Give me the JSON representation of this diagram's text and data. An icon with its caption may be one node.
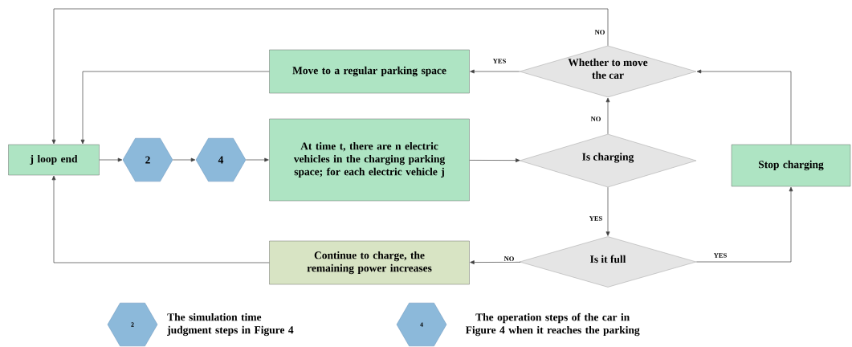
{
  "diagram": {
    "nodes": [
      {
        "text": [
          "j loop end"
        ]
      },
      {
        "text": [
          "2"
        ]
      },
      {
        "text": [
          "4"
        ]
      },
      {
        "text": [
          "At time t, there are n electric vehicles in the charging parking space; for each electric vehicle j"
        ]
      },
      {
        "text": [
          "Is charging"
        ]
      },
      {
        "text": [
          "Whether to move the car"
        ]
      },
      {
        "text": [
          "Move to a regular parking space"
        ]
      },
      {
        "text": [
          "Stop charging"
        ]
      },
      {
        "text": [
          "Is it full"
        ]
      },
      {
        "text": [
          "Continue to charge, the remaining power increases"
        ]
      },
      {
        "text": [
          "2"
        ],
        "beside": [
          "The simulation time judgment steps in Figure 4"
        ]
      },
      {
        "text": [
          "4"
        ],
        "beside": [
          "The operation steps of the car in Figure 4 when it reaches the parking"
        ]
      }
    ],
    "edges": [
      {
        "from": 0,
        "to": 1,
        "arrow": "to"
      },
      {
        "from": 1,
        "to": 2,
        "arrow": "to"
      },
      {
        "from": 2,
        "to": 3,
        "arrow": "to"
      },
      {
        "from": 3,
        "to": 4,
        "arrow": "to"
      },
      {
        "from": 4,
        "to": 5,
        "arrow": "to",
        "label": "NO"
      },
      {
        "from": 4,
        "to": 8,
        "arrow": "to",
        "label": "YES"
      },
      {
        "from": 5,
        "to": 6,
        "arrow": "to",
        "label": "YES"
      },
      {
        "from": 6,
        "to": 0,
        "arrow": "to"
      },
      {
        "from": 5,
        "to": 0,
        "arrow": "to",
        "label": "NO"
      },
      {
        "from": 8,
        "to": 9,
        "arrow": "to",
        "label": "NO"
      },
      {
        "from": 8,
        "to": 7,
        "arrow": "to",
        "label": "YES"
      },
      {
        "from": 7,
        "to": 5,
        "arrow": "to"
      },
      {
        "from": 9,
        "to": 0,
        "arrow": "to"
      }
    ]
  }
}
